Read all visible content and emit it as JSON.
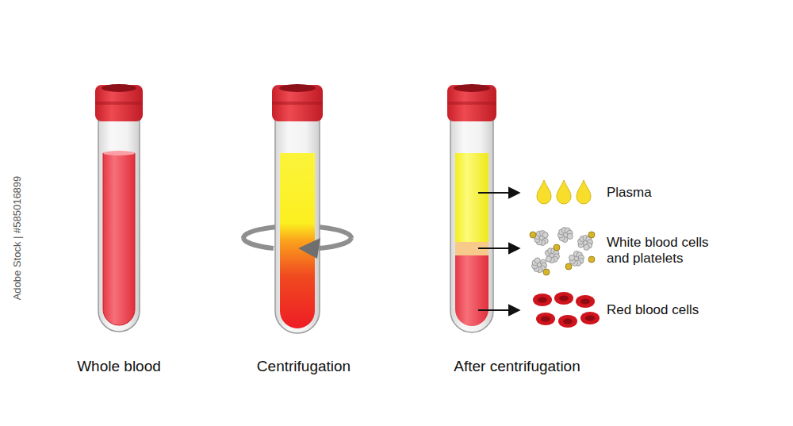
{
  "diagram": {
    "labels": [
      "Whole blood",
      "Centrifugation",
      "After centrifugation",
      "Plasma",
      "White blood cells and platelets",
      "Red blood cells",
      "Adobe Stock | #585016899"
    ]
  }
}
